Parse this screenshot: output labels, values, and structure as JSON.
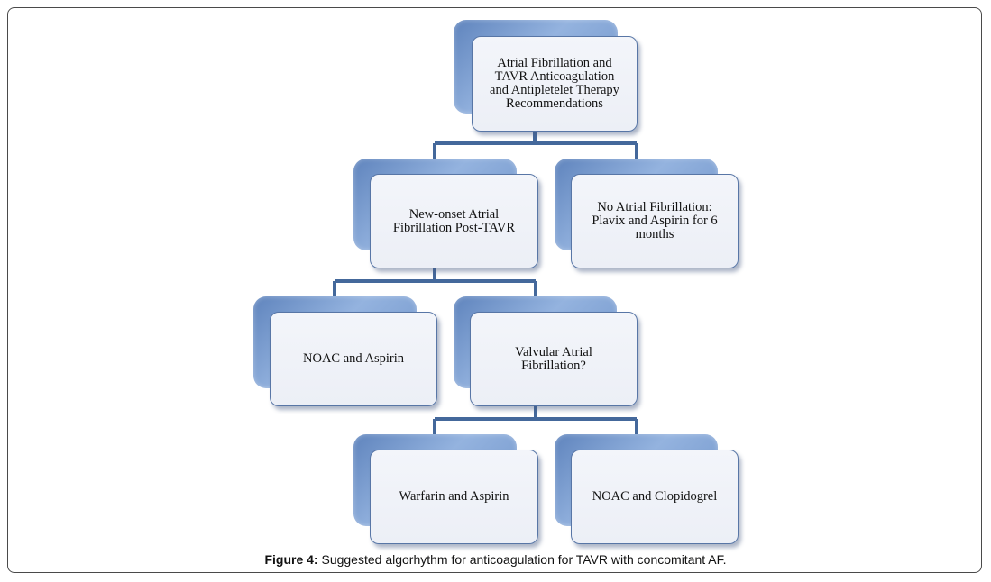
{
  "diagram": {
    "root": {
      "label_lines": [
        "Atrial Fibrillation and",
        "TAVR Anticoagulation",
        "and Antipletelet Therapy",
        "Recommendations"
      ]
    },
    "new_onset": {
      "label_lines": [
        "New-onset Atrial",
        "Fibrillation Post-TAVR"
      ]
    },
    "no_af": {
      "label_lines": [
        "No Atrial Fibrillation:",
        "Plavix and Aspirin for 6",
        "months"
      ]
    },
    "noac_aspirin": {
      "label_lines": [
        "NOAC and Aspirin"
      ]
    },
    "valvular_af": {
      "label_lines": [
        "Valvular Atrial",
        "Fibrillation?"
      ]
    },
    "warfarin_aspirin": {
      "label_lines": [
        "Warfarin and Aspirin"
      ]
    },
    "noac_clopidogrel": {
      "label_lines": [
        "NOAC and Clopidogrel"
      ]
    }
  },
  "caption": {
    "lead": "Figure 4:",
    "text": " Suggested algorhythm for anticoagulation for TAVR with concomitant AF."
  },
  "colors": {
    "connector": "#44689b",
    "box_back": "#7b9fd3",
    "box_front": "#eef1f7",
    "box_border": "#5876a6"
  }
}
